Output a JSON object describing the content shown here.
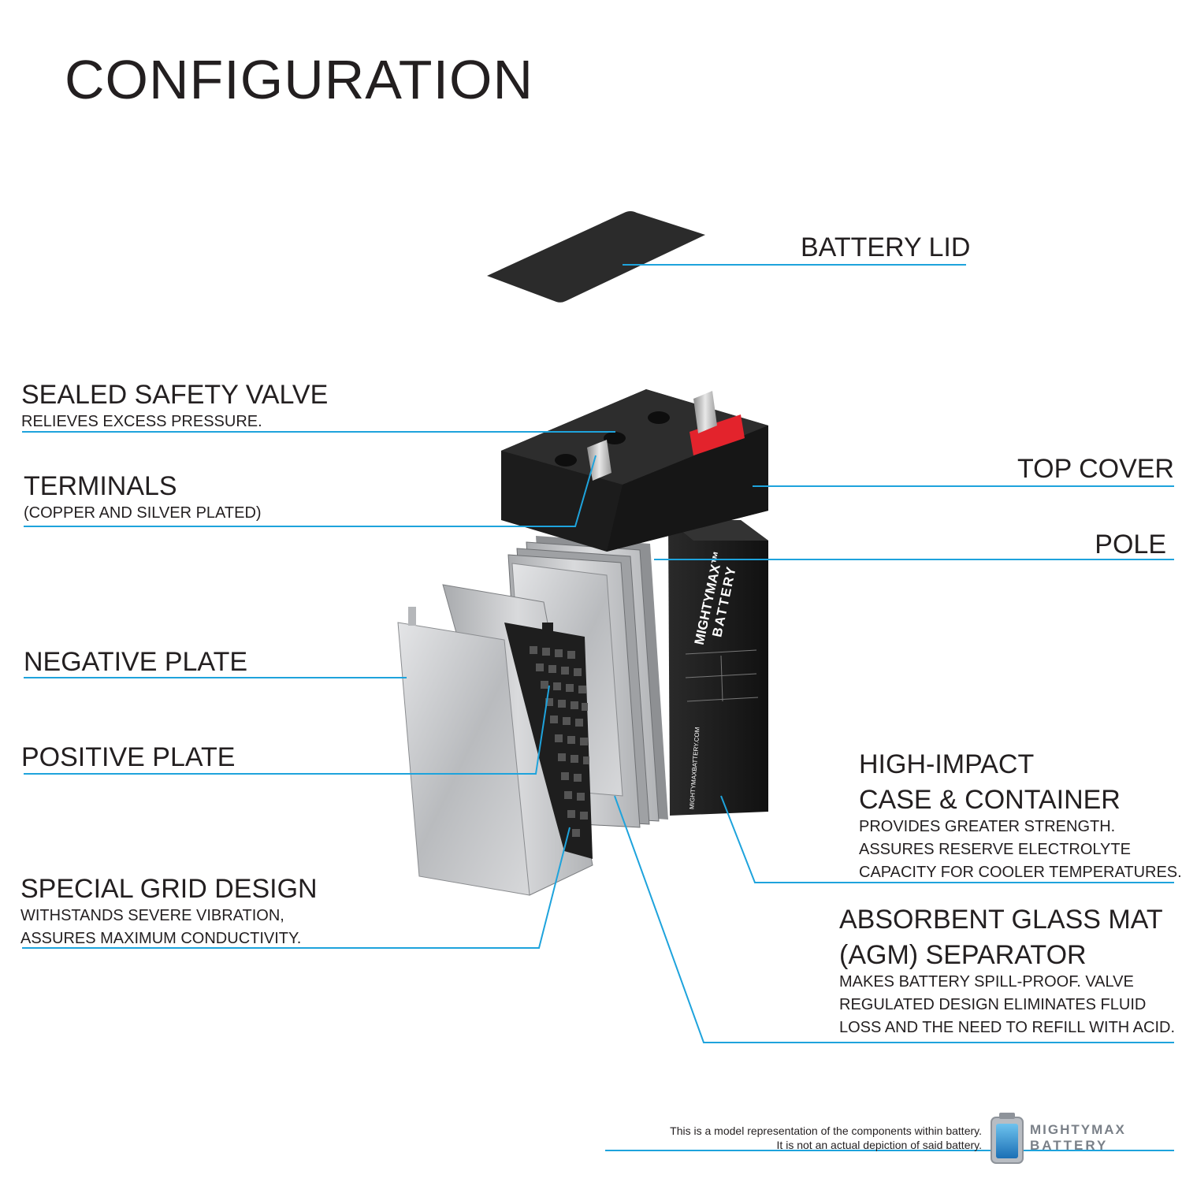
{
  "title": "CONFIGURATION",
  "labels": {
    "battery_lid": {
      "heading": "BATTERY LID"
    },
    "sealed_safety_valve": {
      "heading": "SEALED SAFETY VALVE",
      "description": "RELIEVES EXCESS PRESSURE."
    },
    "terminals": {
      "heading": "TERMINALS",
      "description": "(COPPER AND SILVER PLATED)"
    },
    "top_cover": {
      "heading": "TOP COVER"
    },
    "pole": {
      "heading": "POLE"
    },
    "negative_plate": {
      "heading": "NEGATIVE PLATE"
    },
    "positive_plate": {
      "heading": "POSITIVE PLATE"
    },
    "high_impact_case": {
      "heading_line1": "HIGH-IMPACT",
      "heading_line2": "CASE & CONTAINER",
      "desc_line1": "PROVIDES GREATER STRENGTH.",
      "desc_line2": "ASSURES RESERVE ELECTROLYTE",
      "desc_line3": "CAPACITY FOR COOLER TEMPERATURES."
    },
    "special_grid_design": {
      "heading": "SPECIAL GRID DESIGN",
      "desc_line1": "WITHSTANDS SEVERE VIBRATION,",
      "desc_line2": "ASSURES MAXIMUM CONDUCTIVITY."
    },
    "agm_separator": {
      "heading_line1": "ABSORBENT GLASS MAT",
      "heading_line2": "(AGM) SEPARATOR",
      "desc_line1": "MAKES BATTERY SPILL-PROOF. VALVE",
      "desc_line2": "REGULATED DESIGN ELIMINATES FLUID",
      "desc_line3": "LOSS AND THE NEED TO REFILL WITH ACID."
    }
  },
  "battery_label": {
    "brand_line1": "MIGHTYMAX™",
    "brand_line2": "BATTERY",
    "website": "MIGHTYMAXBATTERY.COM"
  },
  "footer": {
    "note_line1": "This is a model representation of the components within battery.",
    "note_line2": "It is not an actual depiction of said battery.",
    "logo_line1": "MIGHTYMAX",
    "logo_line2": "BATTERY"
  },
  "colors": {
    "leader_line": "#1ea3dc",
    "text": "#231f20",
    "battery_body": "#1b1b1b",
    "plate": "#c8c9cb",
    "terminal_red": "#e3232c"
  },
  "icons": [
    "battery-cell-icon"
  ]
}
